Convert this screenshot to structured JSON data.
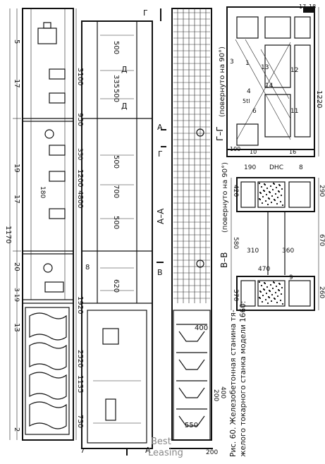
{
  "caption": {
    "line1": "Рис. 60. Железобетонная станина тя-",
    "line2": "желого токарного станка модели 1660:"
  },
  "sections": {
    "aa": "А–А",
    "vv": "В–В",
    "vv_note": "(повернуто на 90°)",
    "gg": "Г–Г",
    "gg_note": "(повернуто на 90°)",
    "a_mark": "А",
    "v_mark": "В",
    "g_mark": "Г",
    "d_mark": "Д"
  },
  "left_view": {
    "dims": [
      "5",
      "3100",
      "950",
      "17",
      "19",
      "1200",
      "4800",
      "1170",
      "20",
      "3 19",
      "13",
      "1920",
      "2520",
      "1135",
      "730",
      "2",
      "7",
      "180",
      "350"
    ]
  },
  "mid_view": {
    "dims": [
      "500",
      "335",
      "500",
      "500",
      "700",
      "500",
      "620",
      "8"
    ]
  },
  "right_view": {
    "dims": [
      "400",
      "200",
      "400",
      "550",
      "200"
    ]
  },
  "section_gg": {
    "dims": [
      "17",
      "18",
      "1220",
      "3"
    ],
    "parts": [
      "1",
      "13",
      "14",
      "6",
      "4",
      "12",
      "11",
      "5tl",
      "100",
      "10",
      "16"
    ]
  },
  "section_vv": {
    "dims": [
      "190",
      "DHC",
      "8",
      "420",
      "290",
      "580",
      "670",
      "310",
      "360",
      "470",
      "370",
      "260",
      "9"
    ]
  },
  "watermark": {
    "line1": "Best",
    "line2": "Leasing"
  }
}
